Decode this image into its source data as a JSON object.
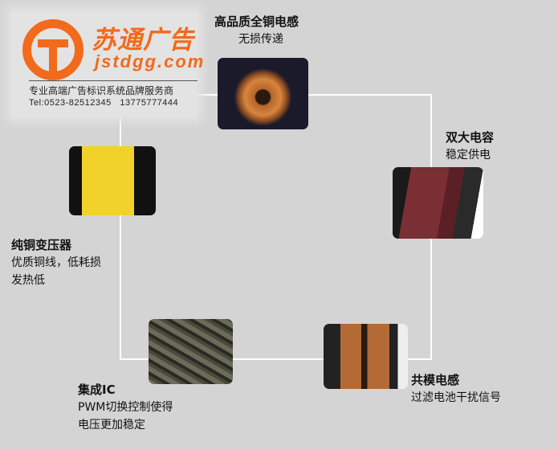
{
  "logo": {
    "brand": "苏通广告",
    "url": "jstdgg.com",
    "slogan": "专业高端广告标识系统品牌服务商",
    "tel": "Tel:0523-82512345   13775777444",
    "color": "#f26a1b"
  },
  "features": [
    {
      "title": "高品质全铜电感",
      "lines": [
        "无损传递"
      ]
    },
    {
      "title": "双大电容",
      "lines": [
        "稳定供电"
      ]
    },
    {
      "title": "纯铜变压器",
      "lines": [
        "优质铜线，低耗损",
        "发热低"
      ]
    },
    {
      "title": "集成IC",
      "lines": [
        "PWM切换控制使得",
        "电压更加稳定"
      ]
    },
    {
      "title": "共模电感",
      "lines": [
        "过滤电池干扰信号"
      ]
    }
  ]
}
